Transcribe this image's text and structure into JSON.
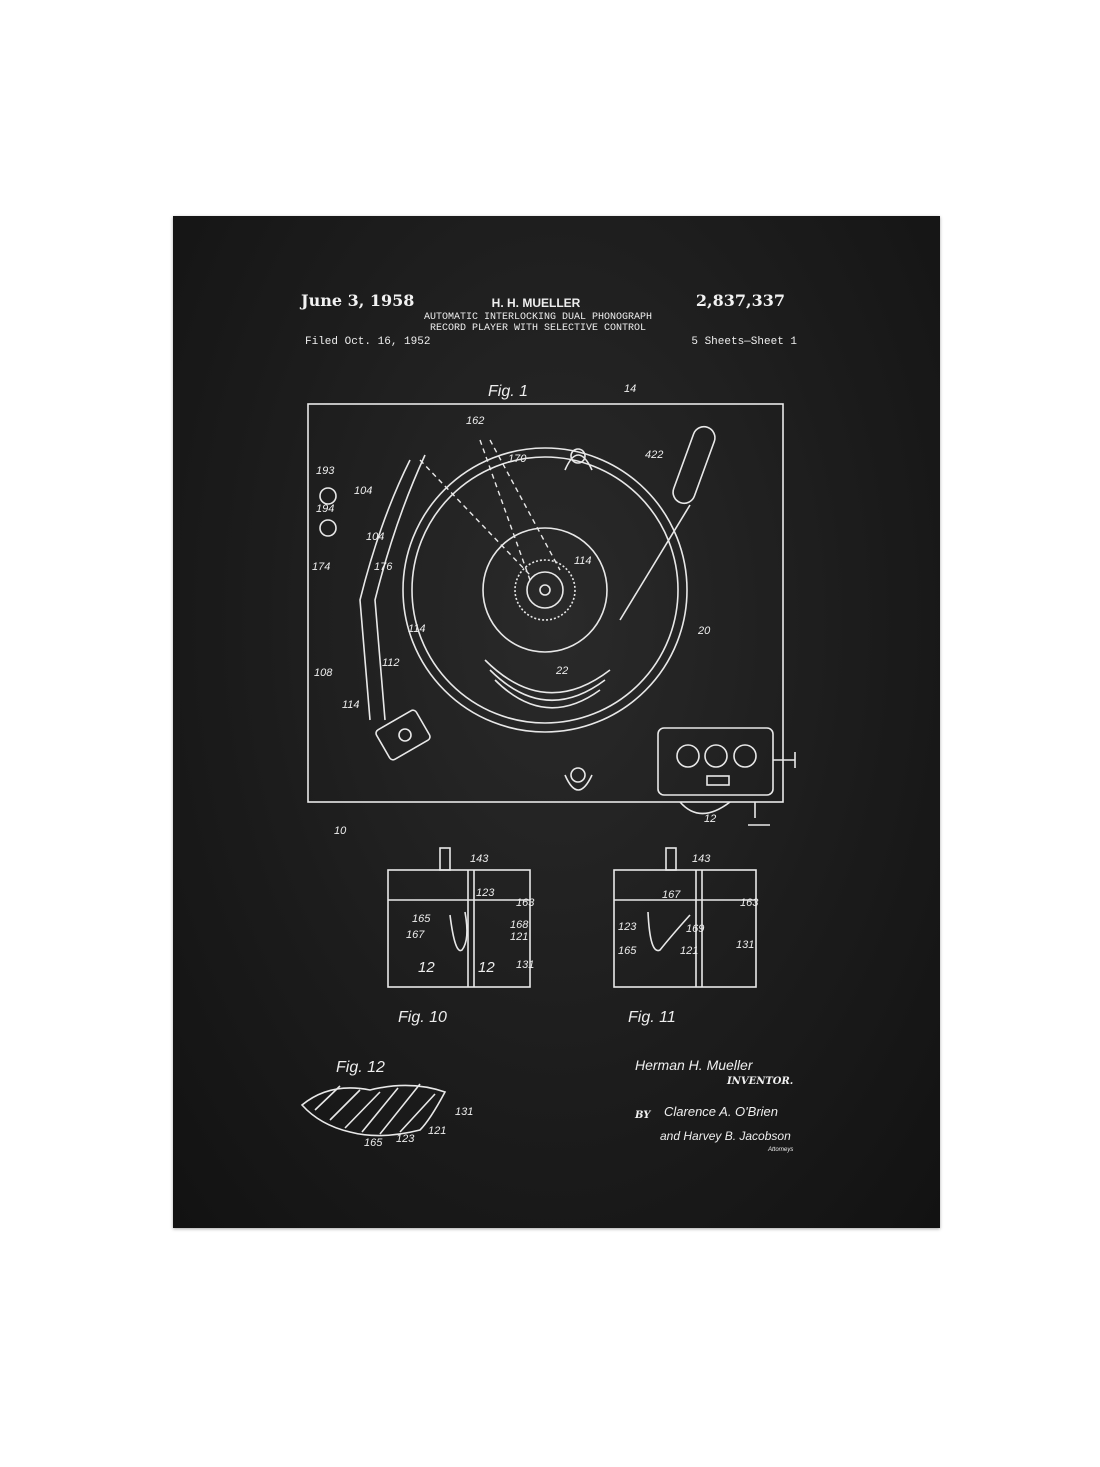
{
  "header": {
    "date": "June 3, 1958",
    "inventor_short": "H. H. MUELLER",
    "title_line1": "AUTOMATIC INTERLOCKING DUAL PHONOGRAPH",
    "title_line2": "RECORD PLAYER WITH SELECTIVE CONTROL",
    "patent_number": "2,837,337",
    "filed": "Filed Oct. 16, 1952",
    "sheets": "5 Sheets—Sheet 1"
  },
  "figures": {
    "fig1": "Fig. 1",
    "fig10": "Fig. 10",
    "fig11": "Fig. 11",
    "fig12": "Fig. 12"
  },
  "fig1_labels": [
    "14",
    "162",
    "170",
    "422",
    "193",
    "194",
    "104",
    "104",
    "174",
    "176",
    "114",
    "114",
    "108",
    "112",
    "114",
    "20",
    "22",
    "10",
    "12"
  ],
  "fig10_labels": [
    "143",
    "123",
    "163",
    "165",
    "168",
    "167",
    "121",
    "12",
    "12",
    "131"
  ],
  "fig11_labels": [
    "143",
    "167",
    "163",
    "123",
    "169",
    "165",
    "121",
    "131"
  ],
  "fig12_labels": [
    "131",
    "121",
    "165",
    "123"
  ],
  "signature": {
    "inventor_name": "Herman H. Mueller",
    "inventor_role": "INVENTOR.",
    "by": "BY",
    "attorney1": "Clarence A. O'Brien",
    "attorney2": "and Harvey B. Jacobson",
    "attorney_role": "Attorneys"
  },
  "colors": {
    "background": "#1c1c1c",
    "ink": "#eeeeee",
    "page": "#ffffff"
  }
}
